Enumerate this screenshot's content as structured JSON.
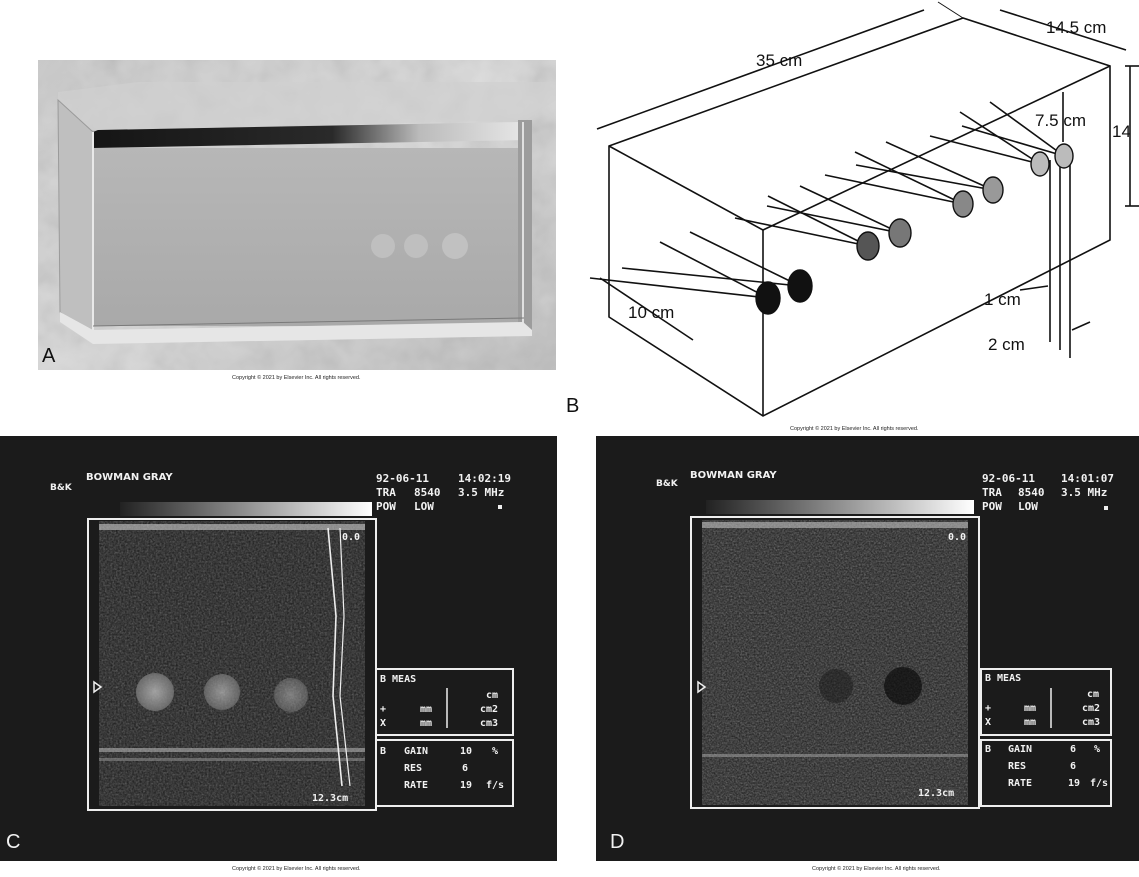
{
  "copyright": "Copyright © 2021 by Elsevier Inc. All rights reserved.",
  "panels": {
    "a": {
      "label": "A"
    },
    "b": {
      "label": "B",
      "dims": {
        "length": "35 cm",
        "width": "14.5 cm",
        "height": "14",
        "spacing": "7.5 cm",
        "depth": "10 cm",
        "d1": "1 cm",
        "d2": "2 cm"
      }
    },
    "c": {
      "label": "C",
      "brand": "B&K",
      "site": "BOWMAN GRAY",
      "date": "92-06-11",
      "time": "14:02:19",
      "probe": "TRA",
      "probe_num": "8540",
      "freq": "3.5 MHz",
      "pow": "POW",
      "pow_val": "LOW",
      "zero": "0.0",
      "depth": "12.3cm",
      "meas_title": "B MEAS",
      "meas_unit1": "cm",
      "meas_plus": "+",
      "meas_mm": "mm",
      "meas_unit2": "cm2",
      "meas_x": "X",
      "meas_unit3": "cm3",
      "b": "B",
      "gain_label": "GAIN",
      "gain_val": "10",
      "gain_unit": "%",
      "res_label": "RES",
      "res_val": "6",
      "rate_label": "RATE",
      "rate_val": "19",
      "rate_unit": "f/s"
    },
    "d": {
      "label": "D",
      "brand": "B&K",
      "site": "BOWMAN GRAY",
      "date": "92-06-11",
      "time": "14:01:07",
      "probe": "TRA",
      "probe_num": "8540",
      "freq": "3.5 MHz",
      "pow": "POW",
      "pow_val": "LOW",
      "zero": "0.0",
      "depth": "12.3cm",
      "meas_title": "B MEAS",
      "meas_unit1": "cm",
      "meas_plus": "+",
      "meas_mm": "mm",
      "meas_unit2": "cm2",
      "meas_x": "X",
      "meas_unit3": "cm3",
      "b": "B",
      "gain_label": "GAIN",
      "gain_val": "6",
      "gain_unit": "%",
      "res_label": "RES",
      "res_val": "6",
      "rate_label": "RATE",
      "rate_val": "19",
      "rate_unit": "f/s"
    }
  }
}
